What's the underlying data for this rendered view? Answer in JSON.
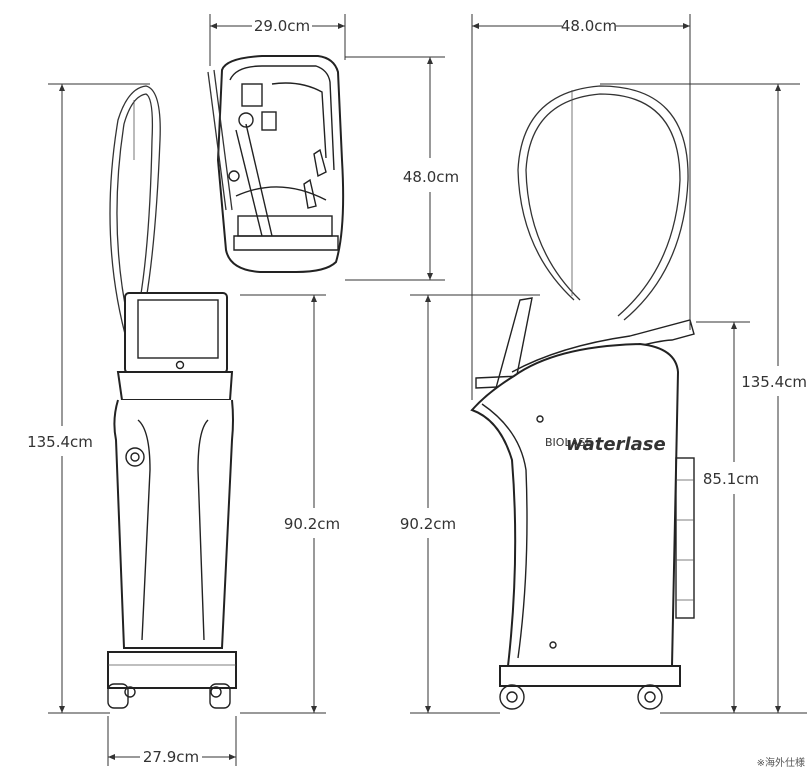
{
  "dimensions": {
    "top_width": "29.0cm",
    "top_depth": "48.0cm",
    "side_depth": "48.0cm",
    "front_total_height": "135.4cm",
    "front_counter_height": "90.2cm",
    "side_counter_height": "90.2cm",
    "side_total_height": "135.4cm",
    "side_panel_height": "85.1cm",
    "base_width": "27.9cm"
  },
  "brand": {
    "logo_text": "waterlase",
    "small_text": "BIOLASE"
  },
  "footnote": "※海外仕様"
}
